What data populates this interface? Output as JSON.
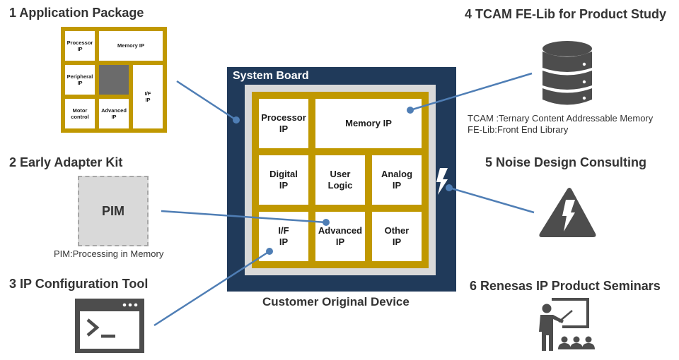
{
  "colors": {
    "gold": "#C09800",
    "navy": "#203A5A",
    "board_gray": "#D9D9D9",
    "icon_gray": "#4D4D4D",
    "connector_blue": "#4F7EB5",
    "pim_fill": "#D9D9D9",
    "dark_cell": "#6B6B6B"
  },
  "sections": {
    "app_package": {
      "title": "1 Application Package",
      "cells": {
        "processor": "Processor\nIP",
        "memory": "Memory IP",
        "peripheral": "Peripheral\nIP",
        "if": "I/F\nIP",
        "motor": "Motor\ncontrol",
        "advanced": "Advanced\nIP"
      }
    },
    "early_adapter": {
      "title": "2 Early Adapter Kit",
      "box_label": "PIM",
      "footnote": "PIM:Processing in Memory"
    },
    "ip_config": {
      "title": "3 IP Configuration Tool",
      "icon": "terminal-icon"
    },
    "tcam": {
      "title": "4 TCAM FE-Lib for Product Study",
      "icon": "database-icon",
      "notes": [
        "TCAM :Ternary Content Addressable Memory",
        "FE-Lib:Front End Library"
      ]
    },
    "noise": {
      "title": "5  Noise Design Consulting",
      "icon": "high-voltage-warning-icon"
    },
    "seminars": {
      "title": "6 Renesas IP Product Seminars",
      "icon": "presentation-teacher-icon"
    }
  },
  "device": {
    "board_label": "System Board",
    "caption": "Customer Original Device",
    "cells": {
      "processor": "Processor\nIP",
      "memory": "Memory IP",
      "digital": "Digital\nIP",
      "user_logic": "User\nLogic",
      "analog": "Analog\nIP",
      "if": "I/F\nIP",
      "advanced": "Advanced\nIP",
      "other": "Other\nIP"
    },
    "noise_icon": "lightning-icon"
  }
}
